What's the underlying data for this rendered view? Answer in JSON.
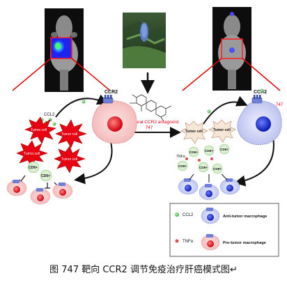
{
  "figure": {
    "receptor_label_left": "CCR2",
    "receptor_label_right": "CCR2",
    "ccl2_label": "CCL2",
    "antagonist_label_line1": "First natural CCR2 antagonist",
    "antagonist_label_line2": "747",
    "number_747": "747",
    "tumor_cell_label": "Tumor cell",
    "cd8_label": "CD8+",
    "tnfa_label": "TNFα"
  },
  "legend": {
    "ccl2": "CCL2",
    "tnfa": "TNFα",
    "anti_tumor": "Anti-tumor macrophage",
    "pro_tumor": "Pro-tumor macrophage"
  },
  "caption": "图 747 靶向 CCR2 调节免疫治疗肝癌模式图↵",
  "colors": {
    "tumor_red": "#e60012",
    "pro_tumor_red": "#e60012",
    "anti_tumor_blue": "#1428c8",
    "ccl2_green": "#5cc85c",
    "tnfa_red": "#e05050",
    "cell_pink": "#f6c9c9",
    "cell_lavender": "#c7cdf2",
    "cd8_green": "#d9efd0",
    "label_red": "#e60012"
  }
}
